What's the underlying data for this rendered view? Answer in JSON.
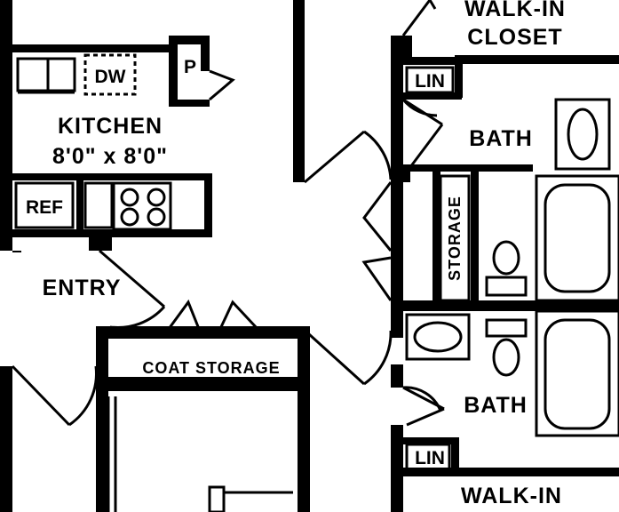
{
  "labels": {
    "walkin_top_line1": "WALK-IN",
    "walkin_top_line2": "CLOSET",
    "lin_top": "LIN",
    "bath_top": "BATH",
    "kitchen_name": "KITCHEN",
    "kitchen_size": "8'0\" x 8'0\"",
    "dishwasher": "DW",
    "pantry": "P",
    "refrigerator": "REF",
    "storage": "STORAGE",
    "entry": "ENTRY",
    "coat_storage": "COAT STORAGE",
    "bath_bottom": "BATH",
    "lin_bottom": "LIN",
    "walkin_bottom": "WALK-IN"
  }
}
